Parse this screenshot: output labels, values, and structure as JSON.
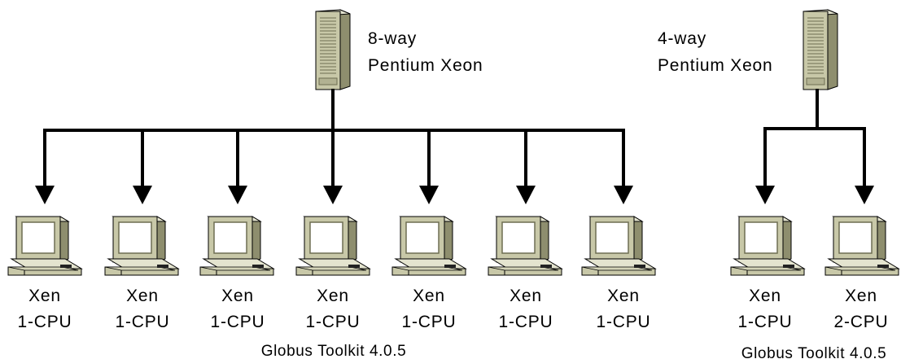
{
  "groups": [
    {
      "server": {
        "icon": "server-tower-icon",
        "line1": "8-way",
        "line2": "Pentium Xeon"
      },
      "clients": [
        {
          "icon": "desktop-computer-icon",
          "line1": "Xen",
          "line2": "1-CPU"
        },
        {
          "icon": "desktop-computer-icon",
          "line1": "Xen",
          "line2": "1-CPU"
        },
        {
          "icon": "desktop-computer-icon",
          "line1": "Xen",
          "line2": "1-CPU"
        },
        {
          "icon": "desktop-computer-icon",
          "line1": "Xen",
          "line2": "1-CPU"
        },
        {
          "icon": "desktop-computer-icon",
          "line1": "Xen",
          "line2": "1-CPU"
        },
        {
          "icon": "desktop-computer-icon",
          "line1": "Xen",
          "line2": "1-CPU"
        },
        {
          "icon": "desktop-computer-icon",
          "line1": "Xen",
          "line2": "1-CPU"
        }
      ],
      "caption": "Globus Toolkit 4.0.5"
    },
    {
      "server": {
        "icon": "server-tower-icon",
        "line1": "4-way",
        "line2": "Pentium Xeon"
      },
      "clients": [
        {
          "icon": "desktop-computer-icon",
          "line1": "Xen",
          "line2": "1-CPU"
        },
        {
          "icon": "desktop-computer-icon",
          "line1": "Xen",
          "line2": "2-CPU"
        }
      ],
      "caption": "Globus Toolkit 4.0.5"
    }
  ],
  "colors": {
    "device_body": "#c8c8a8",
    "device_dark": "#8e8e6e",
    "device_light": "#e4e4cf",
    "screen": "#ffffff",
    "line": "#000000"
  }
}
